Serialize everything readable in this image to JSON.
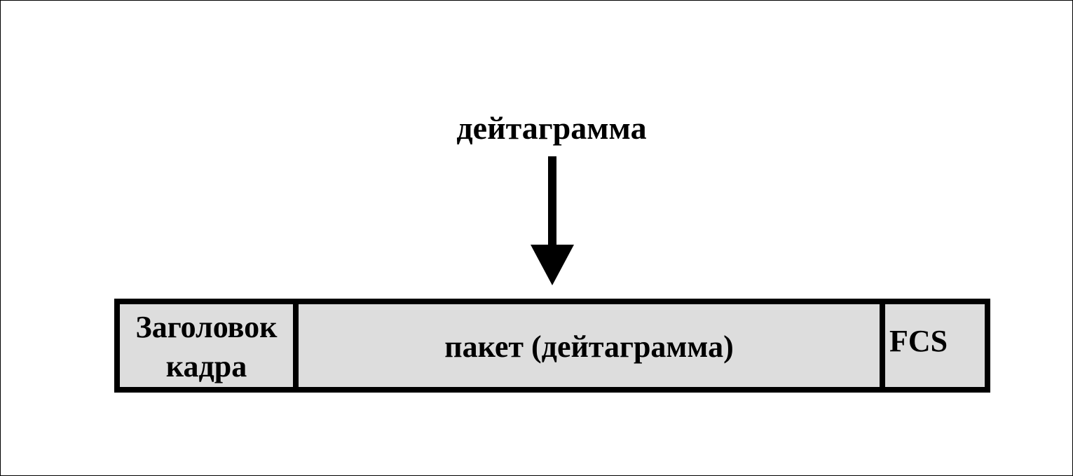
{
  "diagram": {
    "top_label": "дейтаграмма",
    "frame": {
      "header_line1": "Заголовок",
      "header_line2": "кадра",
      "payload": "пакет (дейтаграмма)",
      "trailer": "FCS"
    },
    "colors": {
      "cell_fill": "#dddddd",
      "stroke": "#000000",
      "background": "#ffffff"
    }
  }
}
